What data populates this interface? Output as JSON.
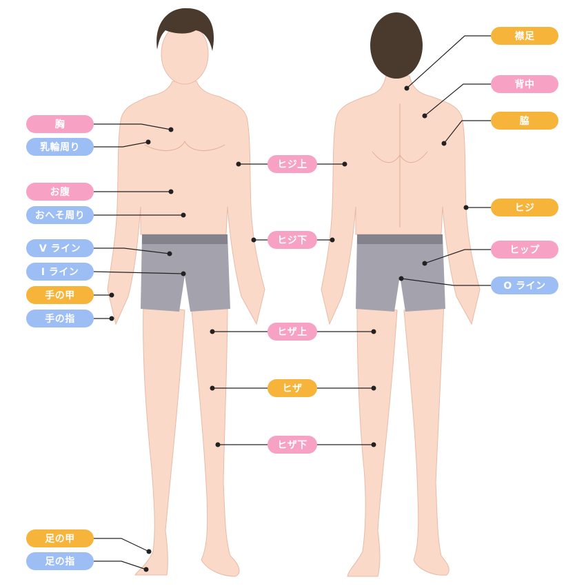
{
  "colors": {
    "pink": "#f7a1c4",
    "blue": "#9dbdf5",
    "orange": "#f7b43a",
    "skin": "#fbd9c8",
    "hair": "#4a3a2e",
    "shorts": "#a4a2ac",
    "waistband": "#84828c",
    "leader": "#222222"
  },
  "labels": {
    "mune": "胸",
    "nyurin": "乳輪周り",
    "onaka": "お腹",
    "oheso": "おへそ周り",
    "vline": "V ライン",
    "iline": "I ライン",
    "tenoko": "手の甲",
    "tenoyubi": "手の指",
    "ashinoko": "足の甲",
    "ashinoyubi": "足の指",
    "erias": "襟足",
    "senaka": "背中",
    "waki": "脇",
    "hiji": "ヒジ",
    "hip": "ヒップ",
    "oline": "O ライン",
    "hijiue": "ヒジ上",
    "hijishita": "ヒジ下",
    "hizaue": "ヒザ上",
    "hiza": "ヒザ",
    "hizashita": "ヒザ下"
  }
}
